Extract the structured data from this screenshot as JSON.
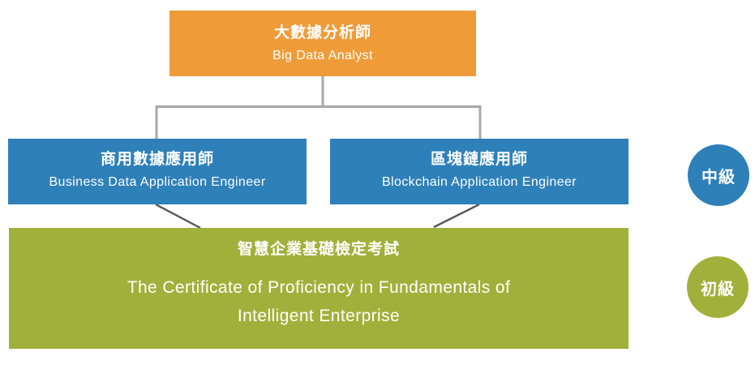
{
  "diagram": {
    "nodes": {
      "top": {
        "title": "大數據分析師",
        "subtitle": "Big Data Analyst",
        "color": "#EF9C38"
      },
      "mid_left": {
        "title": "商用數據應用師",
        "subtitle": "Business Data Application Engineer",
        "color": "#2E80B9"
      },
      "mid_right": {
        "title": "區塊鏈應用師",
        "subtitle": "Blockchain Application Engineer",
        "color": "#2E80B9"
      },
      "base": {
        "title": "智慧企業基礎檢定考試",
        "subtitle_line1": "The Certificate of Proficiency in Fundamentals of",
        "subtitle_line2": "Intelligent Enterprise",
        "color": "#A1B03A"
      }
    },
    "level_badges": {
      "intermediate": {
        "label": "中級",
        "color": "#2E80B9"
      },
      "beginner": {
        "label": "初級",
        "color": "#A1B03A"
      }
    },
    "lines": {
      "tree_color": "#A8A8A8",
      "diagonal_color": "#55565A"
    },
    "text_color": "#FFFFFF",
    "background_color": "#FFFFFF"
  }
}
